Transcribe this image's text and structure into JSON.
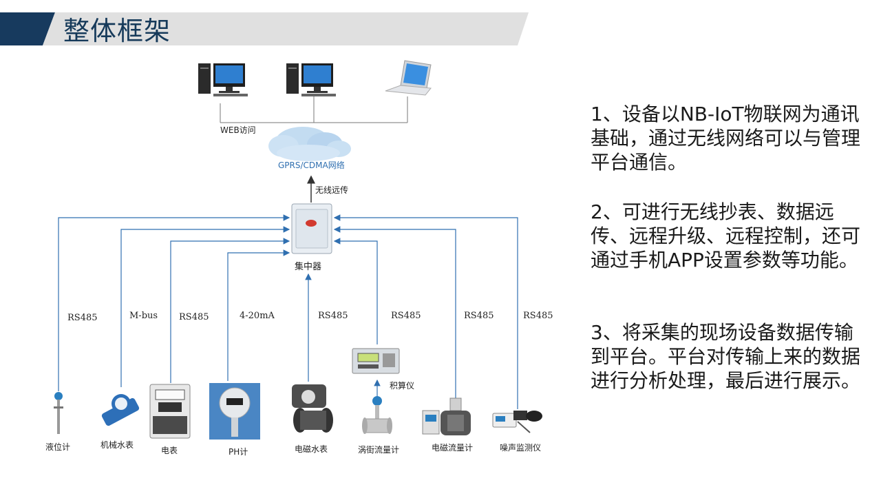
{
  "title": "整体框架",
  "diagram": {
    "web_access": "WEB访问",
    "network": "GPRS/CDMA网络",
    "wireless_upload": "无线远传",
    "concentrator": "集中器",
    "accumulator": "积算仪",
    "protocols": [
      "RS485",
      "M-bus",
      "RS485",
      "4-20mA",
      "RS485",
      "RS485",
      "RS485",
      "RS485"
    ],
    "devices": [
      "液位计",
      "机械水表",
      "电表",
      "PH计",
      "电磁水表",
      "涡街流量计",
      "电磁流量计",
      "噪声监测仪"
    ]
  },
  "description": [
    "1、设备以NB-IoT物联网为通讯基础，通过无线网络可以与管理平台通信。",
    "2、可进行无线抄表、数据远传、远程升级、远程控制，还可通过手机APP设置参数等功能。",
    "3、将采集的现场设备数据传输到平台。平台对传输上来的数据进行分析处理，最后进行展示。"
  ],
  "colors": {
    "title_dark": "#173a5e",
    "title_band": "#e0e0e0",
    "line": "#2f6fb0"
  }
}
